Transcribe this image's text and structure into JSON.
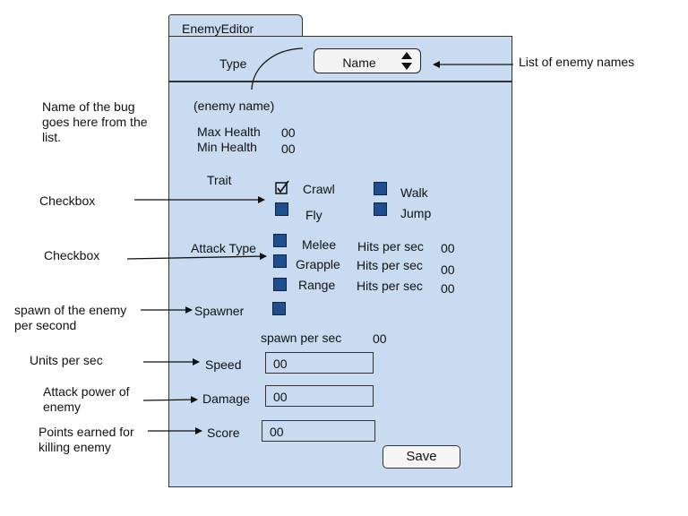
{
  "window": {
    "tab_title": "EnemyEditor"
  },
  "header": {
    "type_label": "Type",
    "dropdown_value": "Name"
  },
  "info": {
    "enemy_name": "(enemy name)",
    "max_health_label": "Max Health",
    "max_health_value": "00",
    "min_health_label": "Min Health",
    "min_health_value": "00"
  },
  "trait": {
    "label": "Trait",
    "options": [
      {
        "label": "Crawl",
        "checked": true
      },
      {
        "label": "Walk",
        "checked": false
      },
      {
        "label": "Fly",
        "checked": false
      },
      {
        "label": "Jump",
        "checked": false
      }
    ]
  },
  "attack": {
    "label": "Attack Type",
    "rows": [
      {
        "label": "Melee",
        "rate_label": "Hits per sec",
        "rate_value": "00"
      },
      {
        "label": "Grapple",
        "rate_label": "Hits per sec",
        "rate_value": "00"
      },
      {
        "label": "Range",
        "rate_label": "Hits per sec",
        "rate_value": "00"
      }
    ]
  },
  "spawner": {
    "label": "Spawner",
    "rate_label": "spawn per sec",
    "rate_value": "00"
  },
  "fields": {
    "speed_label": "Speed",
    "speed_value": "00",
    "damage_label": "Damage",
    "damage_value": "00",
    "score_label": "Score",
    "score_value": "00"
  },
  "save_label": "Save",
  "annotations": {
    "list_names": "List of enemy names",
    "name_note": [
      "Name of the bug",
      "goes here from the",
      "list."
    ],
    "checkbox_1": "Checkbox",
    "checkbox_2": "Checkbox",
    "spawn_note": [
      "spawn of the enemy",
      "per second"
    ],
    "speed_note": "Units per sec",
    "damage_note": [
      "Attack power of",
      "enemy"
    ],
    "score_note": [
      "Points earned for",
      "killing enemy"
    ]
  },
  "colors": {
    "panel": "#c9dbf0",
    "checkbox": "#1f4e8c"
  }
}
